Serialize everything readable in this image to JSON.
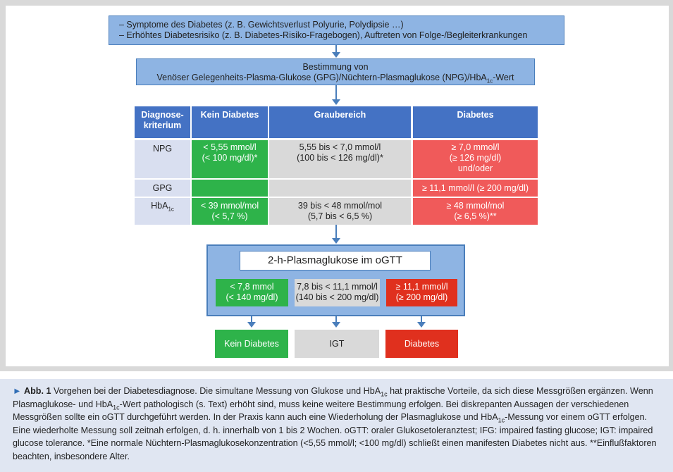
{
  "symptoms": {
    "line1": "– Symptome des Diabetes (z. B. Gewichtsverlust Polyurie, Polydipsie …)",
    "line2": "– Erhöhtes Diabetesrisiko (z. B. Diabetes-Risiko-Fragebogen), Auftreten von Folge-/Begleiterkrankungen"
  },
  "bestimmung": {
    "line1": "Bestimmung von",
    "line2_main": "Venöser Gelegenheits-Plasma-Glukose (GPG)/Nüchtern-Plasmaglukose (NPG)/HbA",
    "line2_sub": "1c",
    "line2_end": "-Wert"
  },
  "table": {
    "headers": {
      "criterion_line1": "Diagnose-",
      "criterion_line2": "kriterium",
      "no_diabetes": "Kein Diabetes",
      "grey_area": "Graubereich",
      "diabetes": "Diabetes"
    },
    "npg": {
      "label": "NPG",
      "green_line1": "< 5,55 mmol/l",
      "green_line2": "(< 100 mg/dl)*",
      "grey_line1": "5,55 bis < 7,0 mmol/l",
      "grey_line2": "(100 bis < 126  mg/dl)*",
      "red_line1": "≥ 7,0 mmol/l",
      "red_line2": "(≥ 126  mg/dl)",
      "red_line3": "und/oder"
    },
    "gpg": {
      "label": "GPG",
      "red": "≥ 11,1 mmol/l (≥ 200 mg/dl)"
    },
    "hba1c": {
      "label_main": "HbA",
      "label_sub": "1c",
      "green_line1": "< 39 mmol/mol",
      "green_line2": "(< 5,7 %)",
      "grey_line1": "39 bis < 48 mmol/mol",
      "grey_line2": "(5,7 bis < 6,5 %)",
      "red_line1": "≥ 48 mmol/mol",
      "red_line2": "(≥ 6,5 %)**"
    }
  },
  "ogtt": {
    "title": "2-h-Plasmaglukose im oGTT",
    "green_line1": "< 7,8 mmol",
    "green_line2": "(< 140 mg/dl)",
    "grey_line1": "7,8 bis < 11,1 mmol/l",
    "grey_line2": "(140 bis < 200 mg/dl)",
    "red_line1": "≥ 11,1 mmol/l",
    "red_line2": "(≥ 200 mg/dl)"
  },
  "results": {
    "no_diabetes": "Kein Diabetes",
    "igt": "IGT",
    "diabetes": "Diabetes"
  },
  "caption": {
    "marker": "►",
    "title": "Abb. 1",
    "p1": "Vorgehen bei der Diabetesdiagnose. Die simultane Messung von Glukose und HbA",
    "p2": " hat praktische Vorteile, da sich diese Messgrößen ergänzen. Wenn Plasmaglukose- und HbA",
    "p3": "-Wert pathologisch (s. Text) erhöht sind, muss keine weitere Bestimmung erfolgen. Bei diskrepanten Aussagen der verschiedenen Messgrößen sollte ein oGTT durchgeführt werden. In der Praxis kann auch eine Wiederholung der Plasmaglukose und HbA",
    "p4": "-Messung vor einem oGTT erfolgen. Eine wiederholte Messung soll zeitnah erfolgen, d. h. innerhalb von 1 bis 2 Wochen. oGTT: oraler Glukosetoleranztest; IFG: impaired fasting glucose; IGT: impaired glucose tolerance. *Eine normale Nüchtern-Plasmaglukosekonzentration (<5,55 mmol/l; <100 mg/dl) schließt einen manifesten Diabetes nicht aus. **Einflußfaktoren beachten, insbesondere Alter.",
    "sub": "1c"
  }
}
